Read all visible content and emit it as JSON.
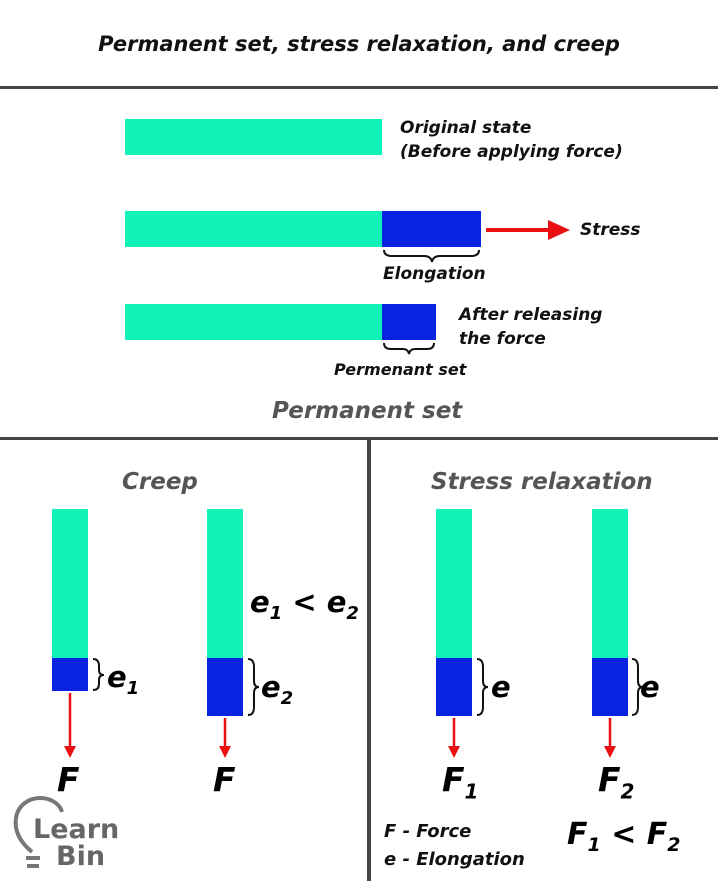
{
  "title": "Permanent set, stress relaxation, and creep",
  "top_section": {
    "original_state_line1": "Original state",
    "original_state_line2": "(Before applying force)",
    "stress_label": "Stress",
    "elongation_label": "Elongation",
    "after_release_line1": "After releasing",
    "after_release_line2": "the force",
    "permanent_set_small": "Permenant set",
    "section_caption": "Permanent set"
  },
  "creep": {
    "heading": "Creep",
    "e1": "e",
    "e1_sub": "1",
    "e2": "e",
    "e2_sub": "2",
    "compare_e1": "e",
    "compare_e1_sub": "1",
    "compare_op": "<",
    "compare_e2": "e",
    "compare_e2_sub": "2",
    "force1": "F",
    "force2": "F"
  },
  "stress_relaxation": {
    "heading": "Stress relaxation",
    "e_left": "e",
    "e_right": "e",
    "force1": "F",
    "force1_sub": "1",
    "force2": "F",
    "force2_sub": "2",
    "legend_f": "F - Force",
    "legend_e": "e - Elongation",
    "compare_f1": "F",
    "compare_f1_sub": "1",
    "compare_op": "<",
    "compare_f2": "F",
    "compare_f2_sub": "2"
  },
  "logo": {
    "line1": "Learn",
    "line2": "Bin"
  },
  "colors": {
    "original_material": "#10f2b8",
    "elongation": "#0a23e0",
    "arrow": "#e81010",
    "divider": "#444444"
  },
  "icons": [
    "lightbulb-icon"
  ]
}
